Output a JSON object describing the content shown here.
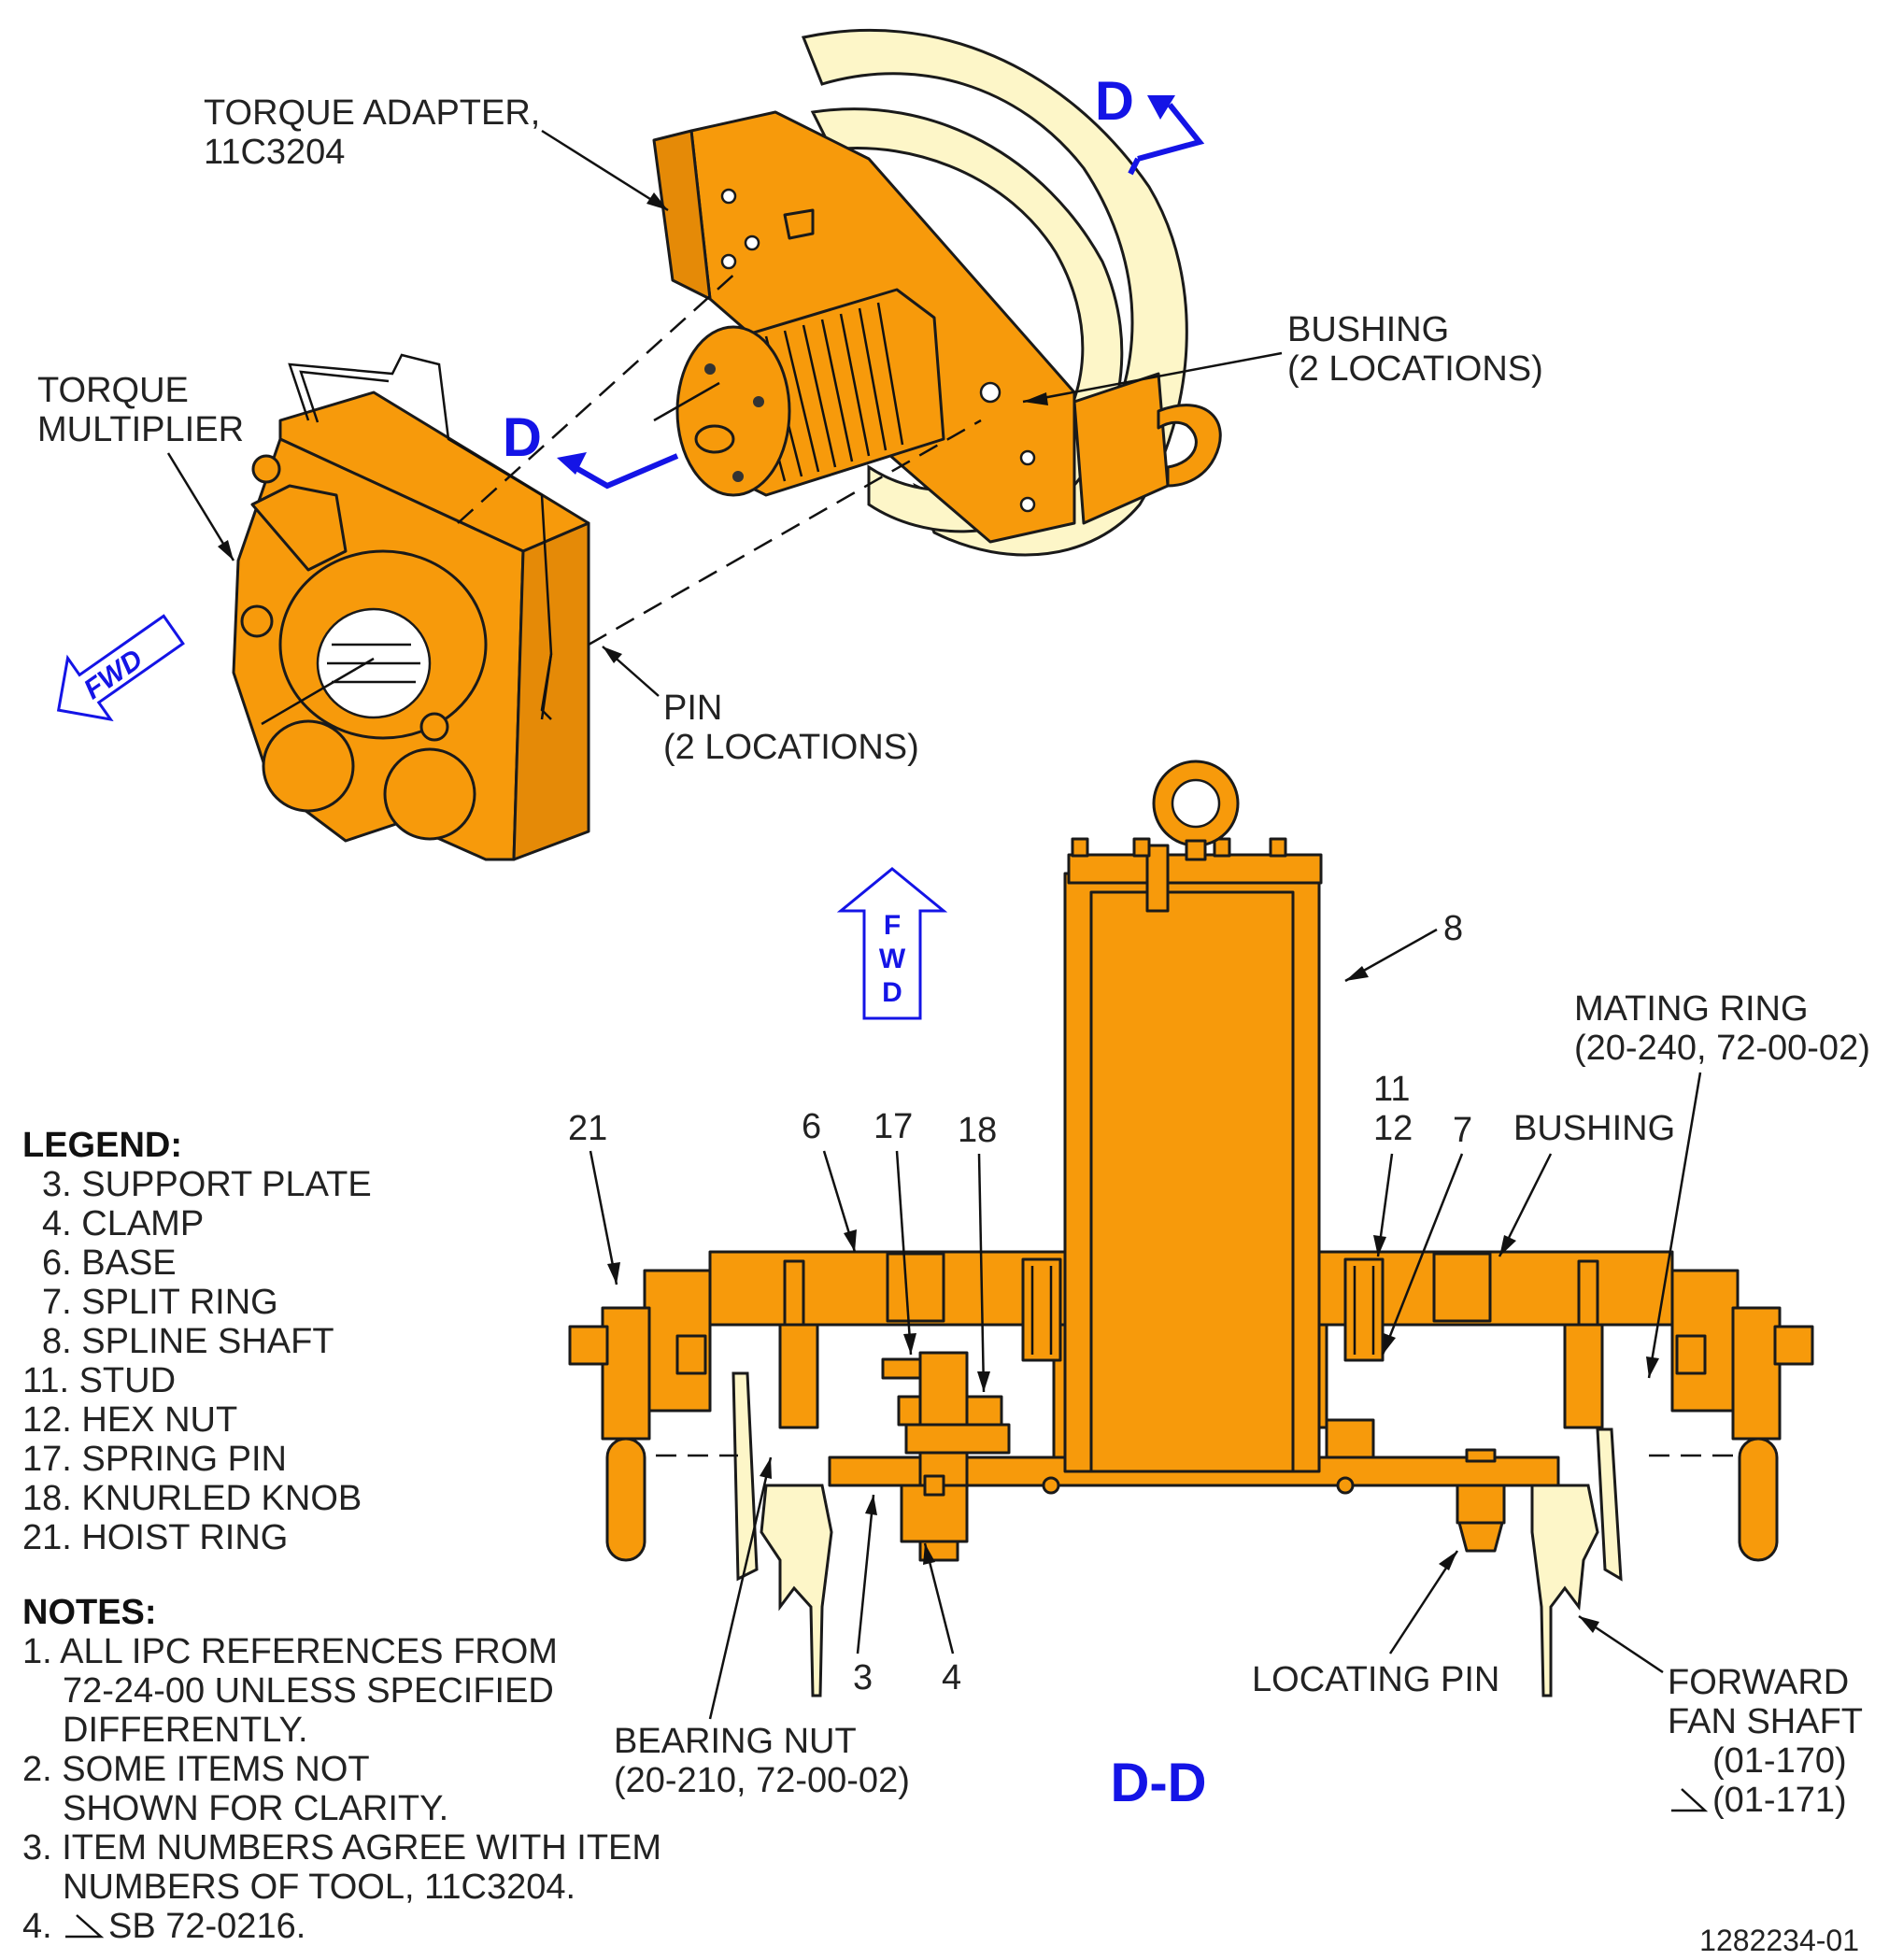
{
  "callouts": {
    "torque_adapter": [
      "TORQUE ADAPTER,",
      "11C3204"
    ],
    "torque_multiplier": [
      "TORQUE",
      "MULTIPLIER"
    ],
    "bushing_top": [
      "BUSHING",
      "(2 LOCATIONS)"
    ],
    "pin": [
      "PIN",
      "(2 LOCATIONS)"
    ],
    "section_marker": "D",
    "fwd": "FWD",
    "fwd_vertical": [
      "F",
      "W",
      "D"
    ],
    "item_8": "8",
    "item_11": "11",
    "item_12": "12",
    "item_7": "7",
    "item_21": "21",
    "item_6": "6",
    "item_17": "17",
    "item_18": "18",
    "item_3": "3",
    "item_4": "4",
    "bushing_section": "BUSHING",
    "mating_ring": [
      "MATING RING",
      "(20-240, 72-00-02)"
    ],
    "locating_pin": "LOCATING PIN",
    "forward_fan_shaft": [
      "FORWARD",
      "FAN SHAFT",
      "(01-170)",
      "(01-171)"
    ],
    "bearing_nut": [
      "BEARING NUT",
      "(20-210, 72-00-02)"
    ],
    "section_title": "D-D"
  },
  "legend": {
    "heading": "LEGEND:",
    "items": [
      "3. SUPPORT PLATE",
      "4. CLAMP",
      "6. BASE",
      "7. SPLIT RING",
      "8. SPLINE SHAFT",
      "11. STUD",
      "12. HEX NUT",
      "17. SPRING PIN",
      "18. KNURLED KNOB",
      "21. HOIST RING"
    ]
  },
  "notes": {
    "heading": "NOTES:",
    "lines": [
      "1. ALL IPC REFERENCES FROM",
      "72-24-00 UNLESS SPECIFIED",
      "DIFFERENTLY.",
      "2. SOME ITEMS NOT",
      "SHOWN FOR CLARITY.",
      "3. ITEM NUMBERS AGREE WITH ITEM",
      "NUMBERS OF TOOL, 11C3204.",
      "4.",
      "SB 72-0216."
    ]
  },
  "figure_number": "1282234-01",
  "colors": {
    "tool_orange": "#f79a0b",
    "engine_cream": "#fdf6c8",
    "section_blue": "#1414e6"
  }
}
